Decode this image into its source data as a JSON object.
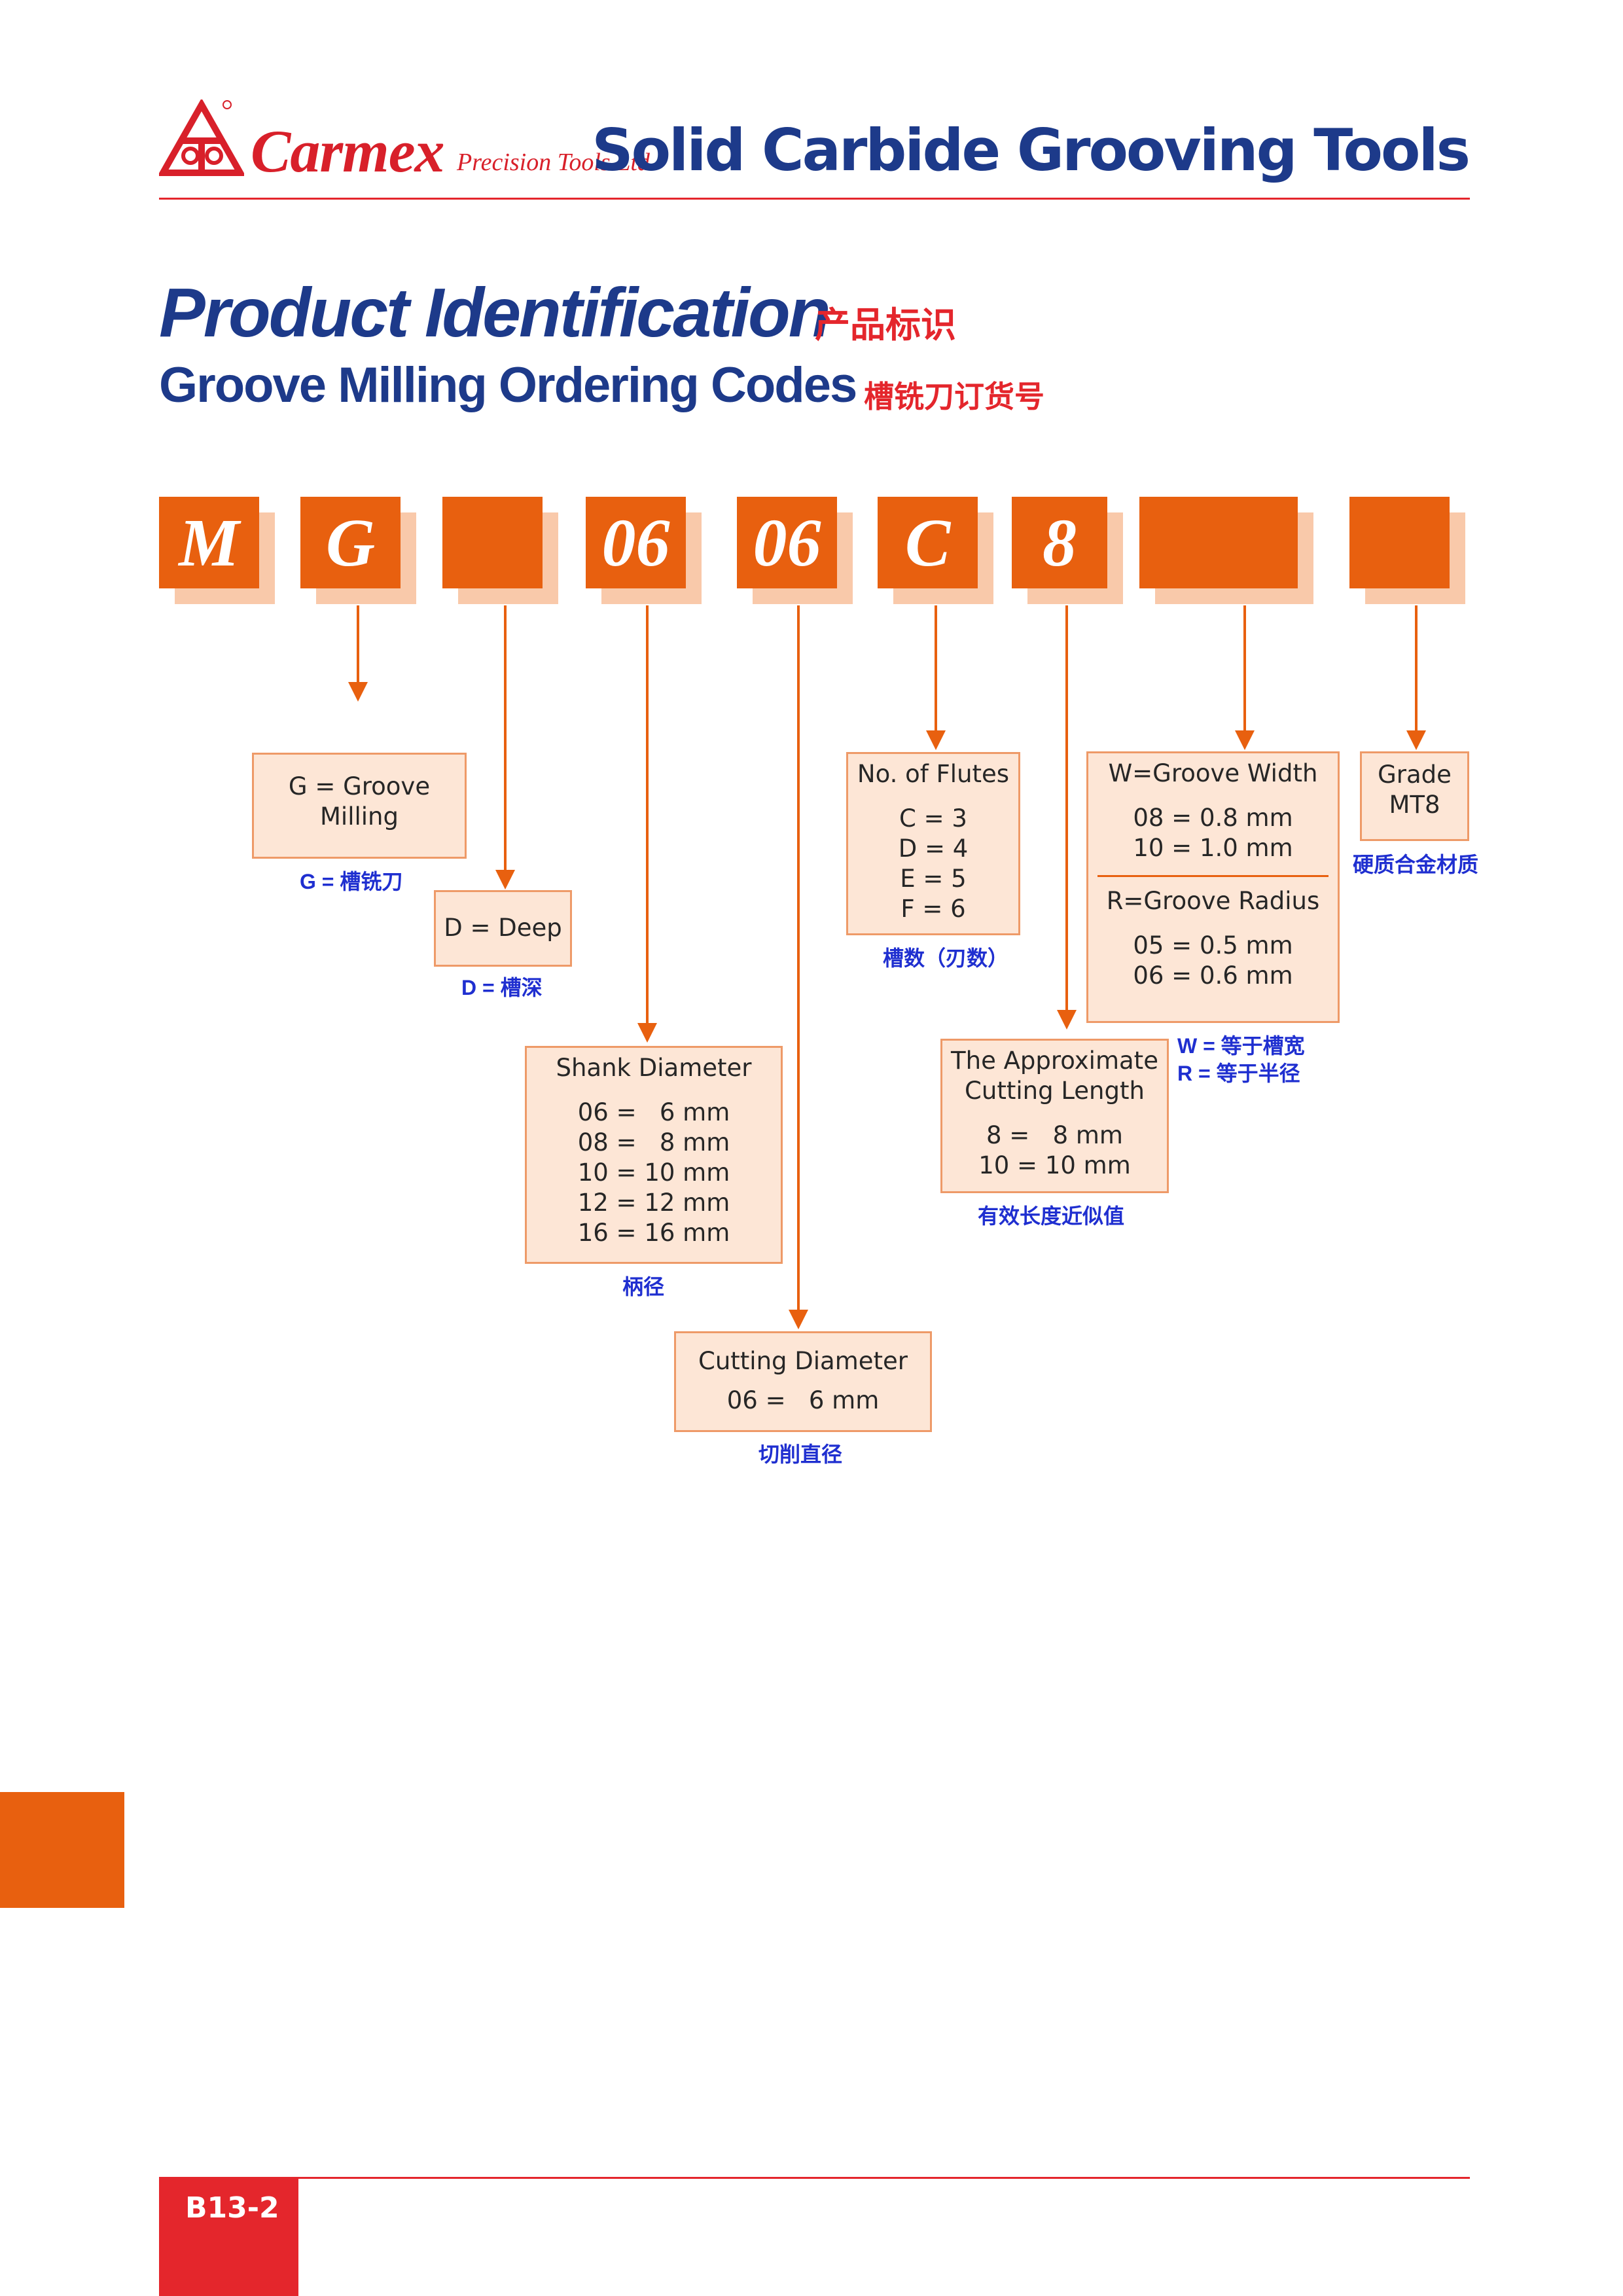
{
  "header": {
    "brand": "Carmex",
    "brand_sub": "Precision Tools Ltd.",
    "doc_title": "Solid Carbide Grooving Tools"
  },
  "headings": {
    "title": "Product Identification",
    "title_cn": "产品标识",
    "subtitle": "Groove Milling Ordering Codes",
    "subtitle_cn": "槽铣刀订货号"
  },
  "code_tiles": [
    "M",
    "G",
    "",
    "06",
    "06",
    "C",
    "8",
    "",
    ""
  ],
  "boxes": {
    "type": {
      "lines": [
        "G = Groove",
        "Milling"
      ],
      "cn": "G = 槽铣刀"
    },
    "depth": {
      "lines": [
        "D = Deep"
      ],
      "cn": "D = 槽深"
    },
    "shank": {
      "title": "Shank Diameter",
      "lines": [
        "06 =   6 mm",
        "08 =   8 mm",
        "10 = 10 mm",
        "12 = 12 mm",
        "16 = 16 mm"
      ],
      "cn": "柄径"
    },
    "cutting_diameter": {
      "title": "Cutting Diameter",
      "lines": [
        "06 =   6 mm"
      ],
      "cn": "切削直径"
    },
    "flutes": {
      "title": "No. of Flutes",
      "lines": [
        "C = 3",
        "D = 4",
        "E = 5",
        "F = 6"
      ],
      "cn": "槽数（刃数）"
    },
    "cutting_length": {
      "title_1": "The Approximate",
      "title_2": "Cutting Length",
      "lines": [
        "8 =   8 mm",
        "10 = 10 mm"
      ],
      "cn": "有效长度近似值"
    },
    "width_radius": {
      "width_title": "W=Groove Width",
      "width_lines": [
        "08 = 0.8 mm",
        "10 = 1.0 mm"
      ],
      "radius_title": "R=Groove Radius",
      "radius_lines": [
        "05 = 0.5 mm",
        "06 = 0.6 mm"
      ],
      "cn_1": "W = 等于槽宽",
      "cn_2": "R = 等于半径"
    },
    "grade": {
      "title": "Grade",
      "lines": [
        "MT8"
      ],
      "cn": "硬质合金材质"
    }
  },
  "footer": {
    "page_number": "B13-2"
  },
  "colors": {
    "brand_red": "#e4262c",
    "navy": "#1d3a8a",
    "orange": "#e8600f",
    "box_fill": "#fde6d6",
    "cn_blue": "#1f2fd0"
  }
}
